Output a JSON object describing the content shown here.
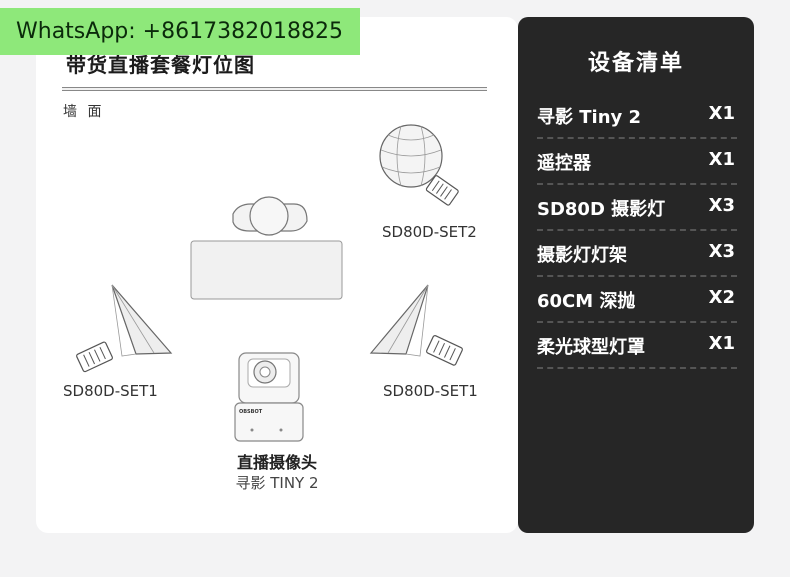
{
  "watermark": {
    "text": "WhatsApp: +8617382018825"
  },
  "layout_card": {
    "title": "带货直播套餐灯位图",
    "wall_label": "墙 面",
    "lights": {
      "top_right": "SD80D-SET2",
      "left": "SD80D-SET1",
      "right": "SD80D-SET1"
    },
    "camera": {
      "title": "直播摄像头",
      "subtitle": "寻影 TINY 2",
      "brand_mark": "OBSBOT"
    }
  },
  "equipment_panel": {
    "title": "设备清单",
    "items": [
      {
        "name": "寻影 Tiny 2",
        "qty": "X1"
      },
      {
        "name": "遥控器",
        "qty": "X1"
      },
      {
        "name": "SD80D 摄影灯",
        "qty": "X3"
      },
      {
        "name": "摄影灯灯架",
        "qty": "X3"
      },
      {
        "name": "60CM 深抛",
        "qty": "X2"
      },
      {
        "name": "柔光球型灯罩",
        "qty": "X1"
      }
    ]
  },
  "colors": {
    "panel_bg": "#262626",
    "card_bg": "#ffffff",
    "watermark_bg": "#8ee87a"
  }
}
